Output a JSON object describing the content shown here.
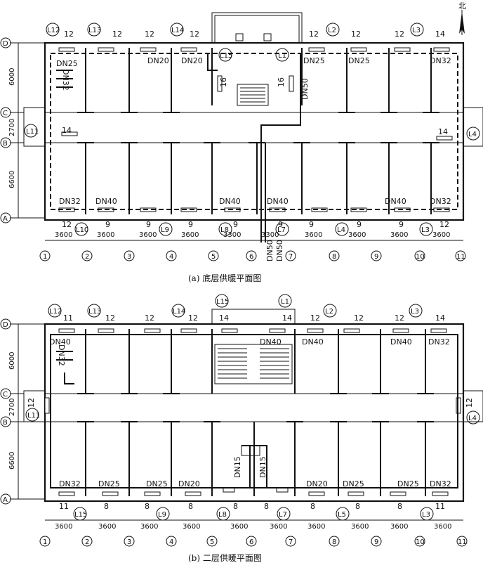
{
  "compass": {
    "north": "北"
  },
  "plan_a": {
    "caption": "(a) 底层供暖平面图",
    "axes_rows": [
      "D",
      "C",
      "B",
      "A"
    ],
    "row_dims": [
      "6000",
      "2700",
      "6600"
    ],
    "axes_cols": [
      "1",
      "2",
      "3",
      "4",
      "5",
      "6",
      "7",
      "8",
      "9",
      "10",
      "11"
    ],
    "col_dims": [
      "3600",
      "3600",
      "3600",
      "3600",
      "3300",
      "3300",
      "3600",
      "3600",
      "3600",
      "3600"
    ],
    "risers_top": [
      "L12",
      "L13",
      "L14",
      "L15",
      "L1",
      "L2",
      "L3"
    ],
    "risers_bottom": [
      "L10",
      "L9",
      "L8",
      "L7",
      "L4",
      "L3"
    ],
    "risers_side": [
      "L11",
      "L4"
    ],
    "rad_top": [
      "12",
      "12",
      "12",
      "12",
      "12",
      "12",
      "12",
      "14"
    ],
    "rad_bottom": [
      "12",
      "9",
      "9",
      "9",
      "9",
      "9",
      "9",
      "9",
      "9",
      "12"
    ],
    "rad_side": [
      "14",
      "14"
    ],
    "stair_rads": [
      "16",
      "16"
    ],
    "pipe_top": [
      "DN25",
      "DN20",
      "DN20",
      "DN25",
      "DN25",
      "DN32"
    ],
    "pipe_bottom": [
      "DN32",
      "DN40",
      "DN40",
      "DN40",
      "DN40",
      "DN32"
    ],
    "pipe_vertical": [
      "DN32",
      "DN50"
    ],
    "main_inlet": [
      "DN50",
      "DN50"
    ]
  },
  "plan_b": {
    "caption": "(b) 二层供暖平面图",
    "axes_rows": [
      "D",
      "C",
      "B",
      "A"
    ],
    "row_dims": [
      "6000",
      "2700",
      "6600"
    ],
    "axes_cols": [
      "1",
      "2",
      "3",
      "4",
      "5",
      "6",
      "7",
      "8",
      "9",
      "10",
      "11"
    ],
    "col_dims": [
      "3600",
      "3600",
      "3600",
      "3600",
      "3600",
      "3600",
      "3600",
      "3600",
      "3600",
      "3600"
    ],
    "risers_top": [
      "L12",
      "L13",
      "L14",
      "L15",
      "L1",
      "L2",
      "L3"
    ],
    "risers_bottom": [
      "L15",
      "L9",
      "L8",
      "L7",
      "L5",
      "L3"
    ],
    "risers_side": [
      "L11",
      "L4"
    ],
    "rad_top": [
      "11",
      "12",
      "12",
      "12",
      "14",
      "14",
      "12",
      "12",
      "12",
      "14"
    ],
    "rad_bottom": [
      "11",
      "8",
      "8",
      "8",
      "8",
      "8",
      "8",
      "8",
      "8",
      "11"
    ],
    "rad_side": [
      "12",
      "12"
    ],
    "pipe_top": [
      "DN40",
      "DN40",
      "DN40",
      "DN40",
      "DN32"
    ],
    "pipe_bottom": [
      "DN32",
      "DN25",
      "DN25",
      "DN20",
      "DN20",
      "DN25",
      "DN25",
      "DN32"
    ],
    "pipe_vertical": [
      "DN32",
      "DN15",
      "DN15"
    ]
  }
}
